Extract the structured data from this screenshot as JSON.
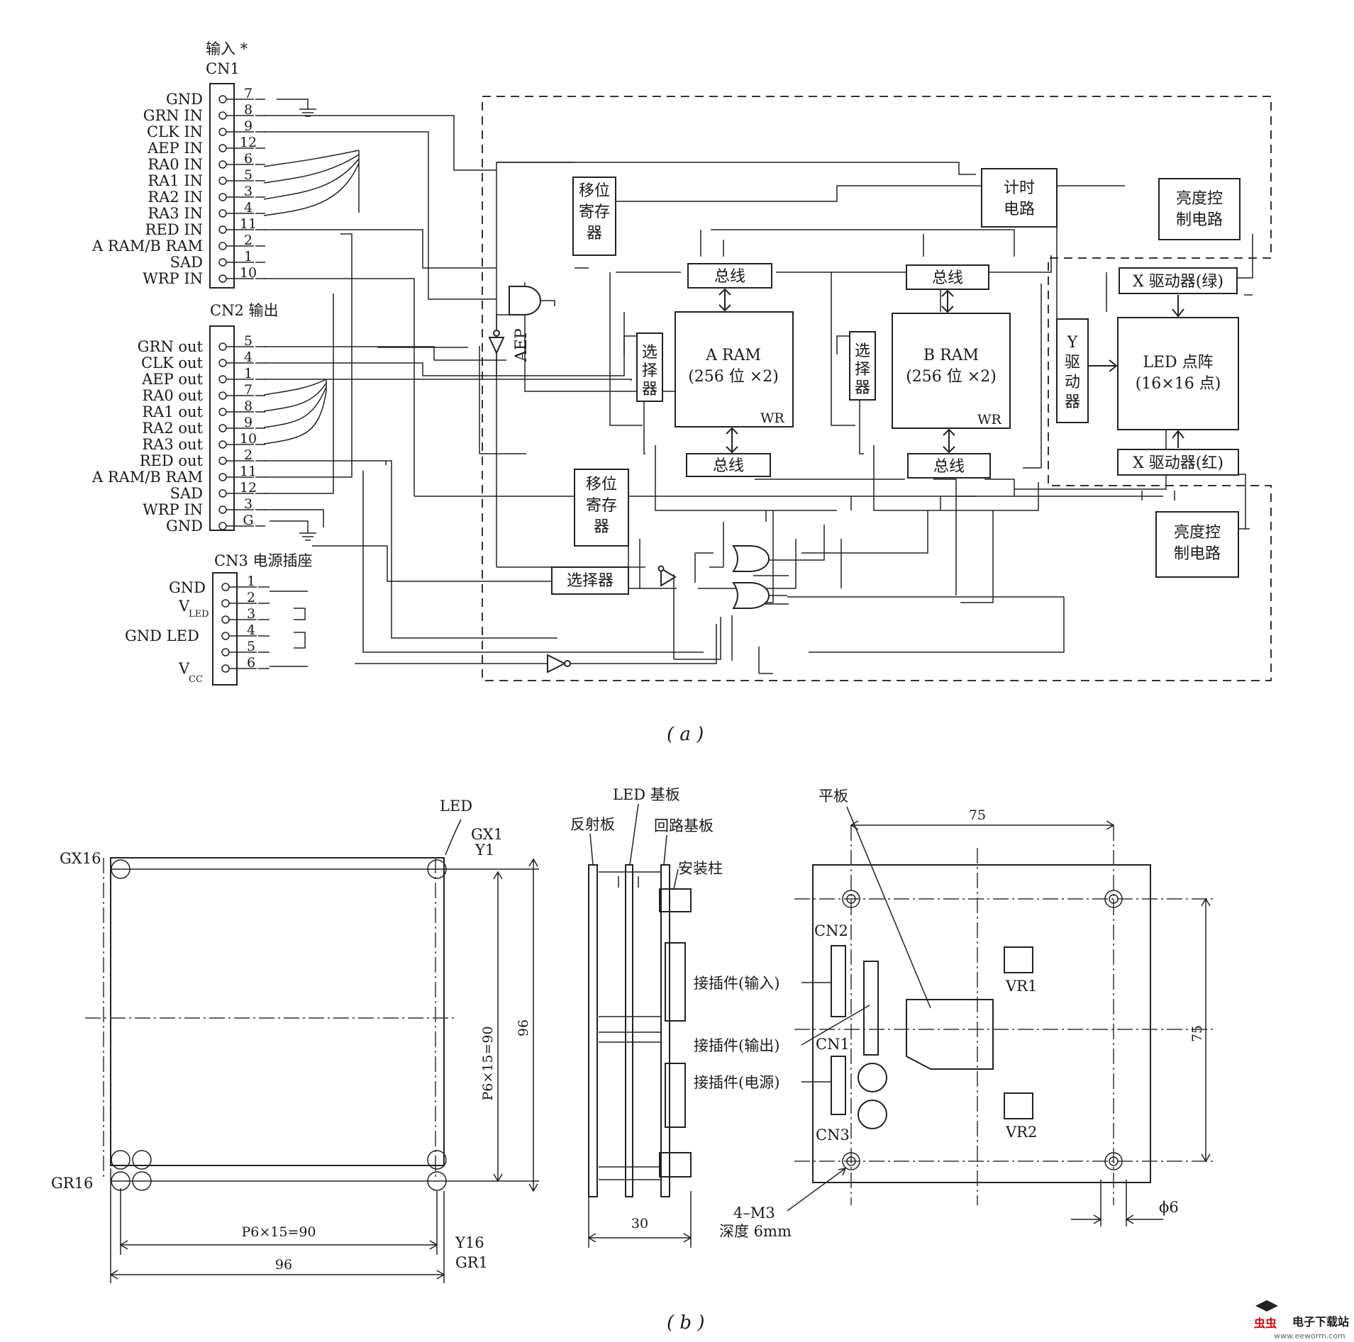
{
  "diagram_a": {
    "caption": "( a )",
    "cn1": {
      "title_top": "输入 *",
      "title": "CN1",
      "pins": [
        {
          "label": "GND",
          "num": "7"
        },
        {
          "label": "GRN  IN",
          "num": "8"
        },
        {
          "label": "CLK  IN",
          "num": "9"
        },
        {
          "label": "AEP  IN",
          "num": "12"
        },
        {
          "label": "RA0  IN",
          "num": "6"
        },
        {
          "label": "RA1  IN",
          "num": "5"
        },
        {
          "label": "RA2  IN",
          "num": "3"
        },
        {
          "label": "RA3  IN",
          "num": "4"
        },
        {
          "label": "RED  IN",
          "num": "11"
        },
        {
          "label": "A RAM/B RAM",
          "num": "2"
        },
        {
          "label": "SAD",
          "num": "1"
        },
        {
          "label": "WRP  IN",
          "num": "10"
        }
      ]
    },
    "cn2": {
      "title": "CN2  输出",
      "pins": [
        {
          "label": "GRN  out",
          "num": "5"
        },
        {
          "label": "CLK  out",
          "num": "4"
        },
        {
          "label": "AEP  out",
          "num": "1"
        },
        {
          "label": "RA0  out",
          "num": "7"
        },
        {
          "label": "RA1  out",
          "num": "8"
        },
        {
          "label": "RA2  out",
          "num": "9"
        },
        {
          "label": "RA3  out",
          "num": "10"
        },
        {
          "label": "RED  out",
          "num": "2"
        },
        {
          "label": "A RAM/B RAM",
          "num": "11"
        },
        {
          "label": "SAD",
          "num": "12"
        },
        {
          "label": "WRP  IN",
          "num": "3"
        },
        {
          "label": "GND",
          "num": "G"
        }
      ]
    },
    "cn3": {
      "title": "CN3  电源插座",
      "pins": [
        {
          "num": "1"
        },
        {
          "num": "2"
        },
        {
          "num": "3"
        },
        {
          "num": "4"
        },
        {
          "num": "5"
        },
        {
          "num": "6"
        }
      ],
      "labels": {
        "gnd": "GND",
        "vled_v": "V",
        "vled_sub": "LED",
        "gndled": "GND  LED",
        "vcc_v": "V",
        "vcc_sub": "CC"
      }
    },
    "blocks": {
      "shift_top": [
        "移位",
        "寄存",
        "器"
      ],
      "shift_bot": [
        "移位",
        "寄存",
        "器"
      ],
      "timer": [
        "计时",
        "电路"
      ],
      "bright_top": [
        "亮度控",
        "制电路"
      ],
      "bright_bot": [
        "亮度控",
        "制电路"
      ],
      "bus_a_top": "总线",
      "bus_b_top": "总线",
      "bus_a_bot": "总线",
      "bus_b_bot": "总线",
      "sel_a": [
        "选",
        "择",
        "器"
      ],
      "sel_b": [
        "选",
        "择",
        "器"
      ],
      "sel_bottom": "选择器",
      "aram": [
        "A  RAM",
        "(256 位 ×2)"
      ],
      "bram": [
        "B  RAM",
        "(256 位 ×2)"
      ],
      "wr": "WR",
      "ydrv": [
        "Y",
        "驱",
        "动",
        "器"
      ],
      "xdrv_green": "X 驱动器(绿)",
      "xdrv_red": "X 驱动器(红)",
      "led": [
        "LED 点阵",
        "(16×16 点)"
      ],
      "aep": "AEP"
    }
  },
  "diagram_b": {
    "caption": "( b )",
    "front": {
      "led": "LED",
      "gx1": "GX1",
      "y1": "Y1",
      "gx16": "GX16",
      "gr16": "GR16",
      "y16": "Y16",
      "gr1": "GR1",
      "dim_pitch_h": "P6×15=90",
      "dim_total_h": "96",
      "dim_pitch_v": "P6×15=90",
      "dim_total_v": "96"
    },
    "side": {
      "led_board": "LED 基板",
      "reflector": "反射板",
      "circuit_board": "回路基板",
      "mount_post": "安装柱",
      "dim": "30"
    },
    "back": {
      "plate": "平板",
      "dim_top": "75",
      "dim_right": "75",
      "cn2": "CN2",
      "cn1": "CN1",
      "cn3": "CN3",
      "vr1": "VR1",
      "vr2": "VR2",
      "conn_in": "接插件(输入)",
      "conn_out": "接插件(输出)",
      "conn_pwr": "接插件(电源)",
      "screw1": "4–M3",
      "screw2": "深度 6mm",
      "dia": "ϕ6"
    }
  },
  "watermark": {
    "brand": "虫虫",
    "text": "电子下载站",
    "url": "www.eeworm.com"
  }
}
